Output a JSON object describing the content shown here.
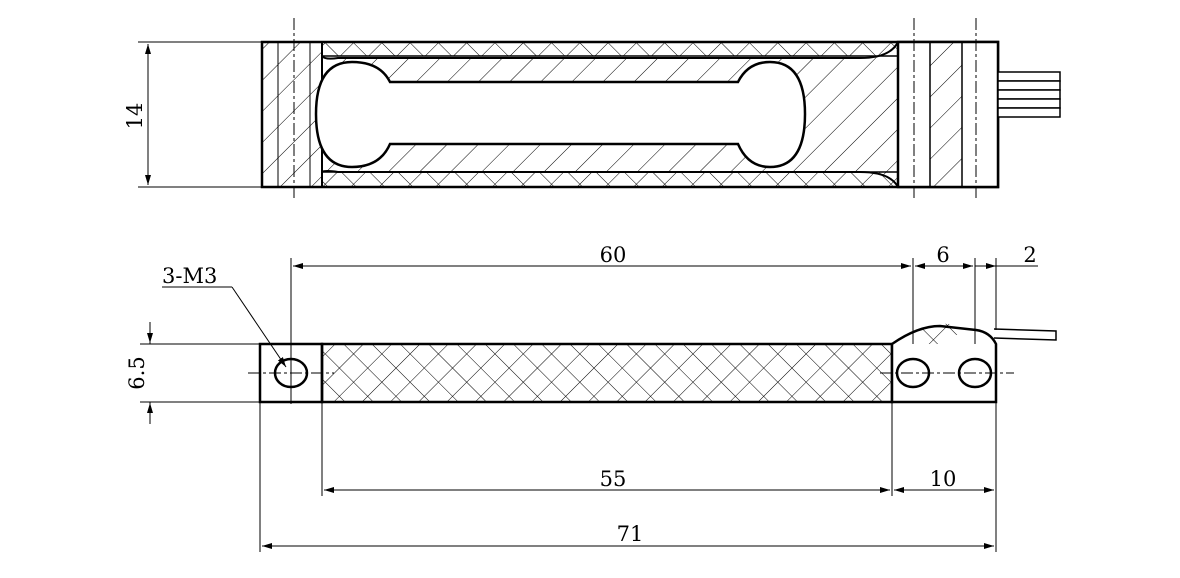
{
  "dimensions": {
    "height_top": "14",
    "hole_spacing": "60",
    "right_hole_pitch": "6",
    "cable_offset": "2",
    "thread_callout": "3-M3",
    "thickness": "6.5",
    "body_length": "55",
    "end_block": "10",
    "overall_length": "71"
  },
  "colors": {
    "line": "#000000",
    "background": "#ffffff"
  }
}
